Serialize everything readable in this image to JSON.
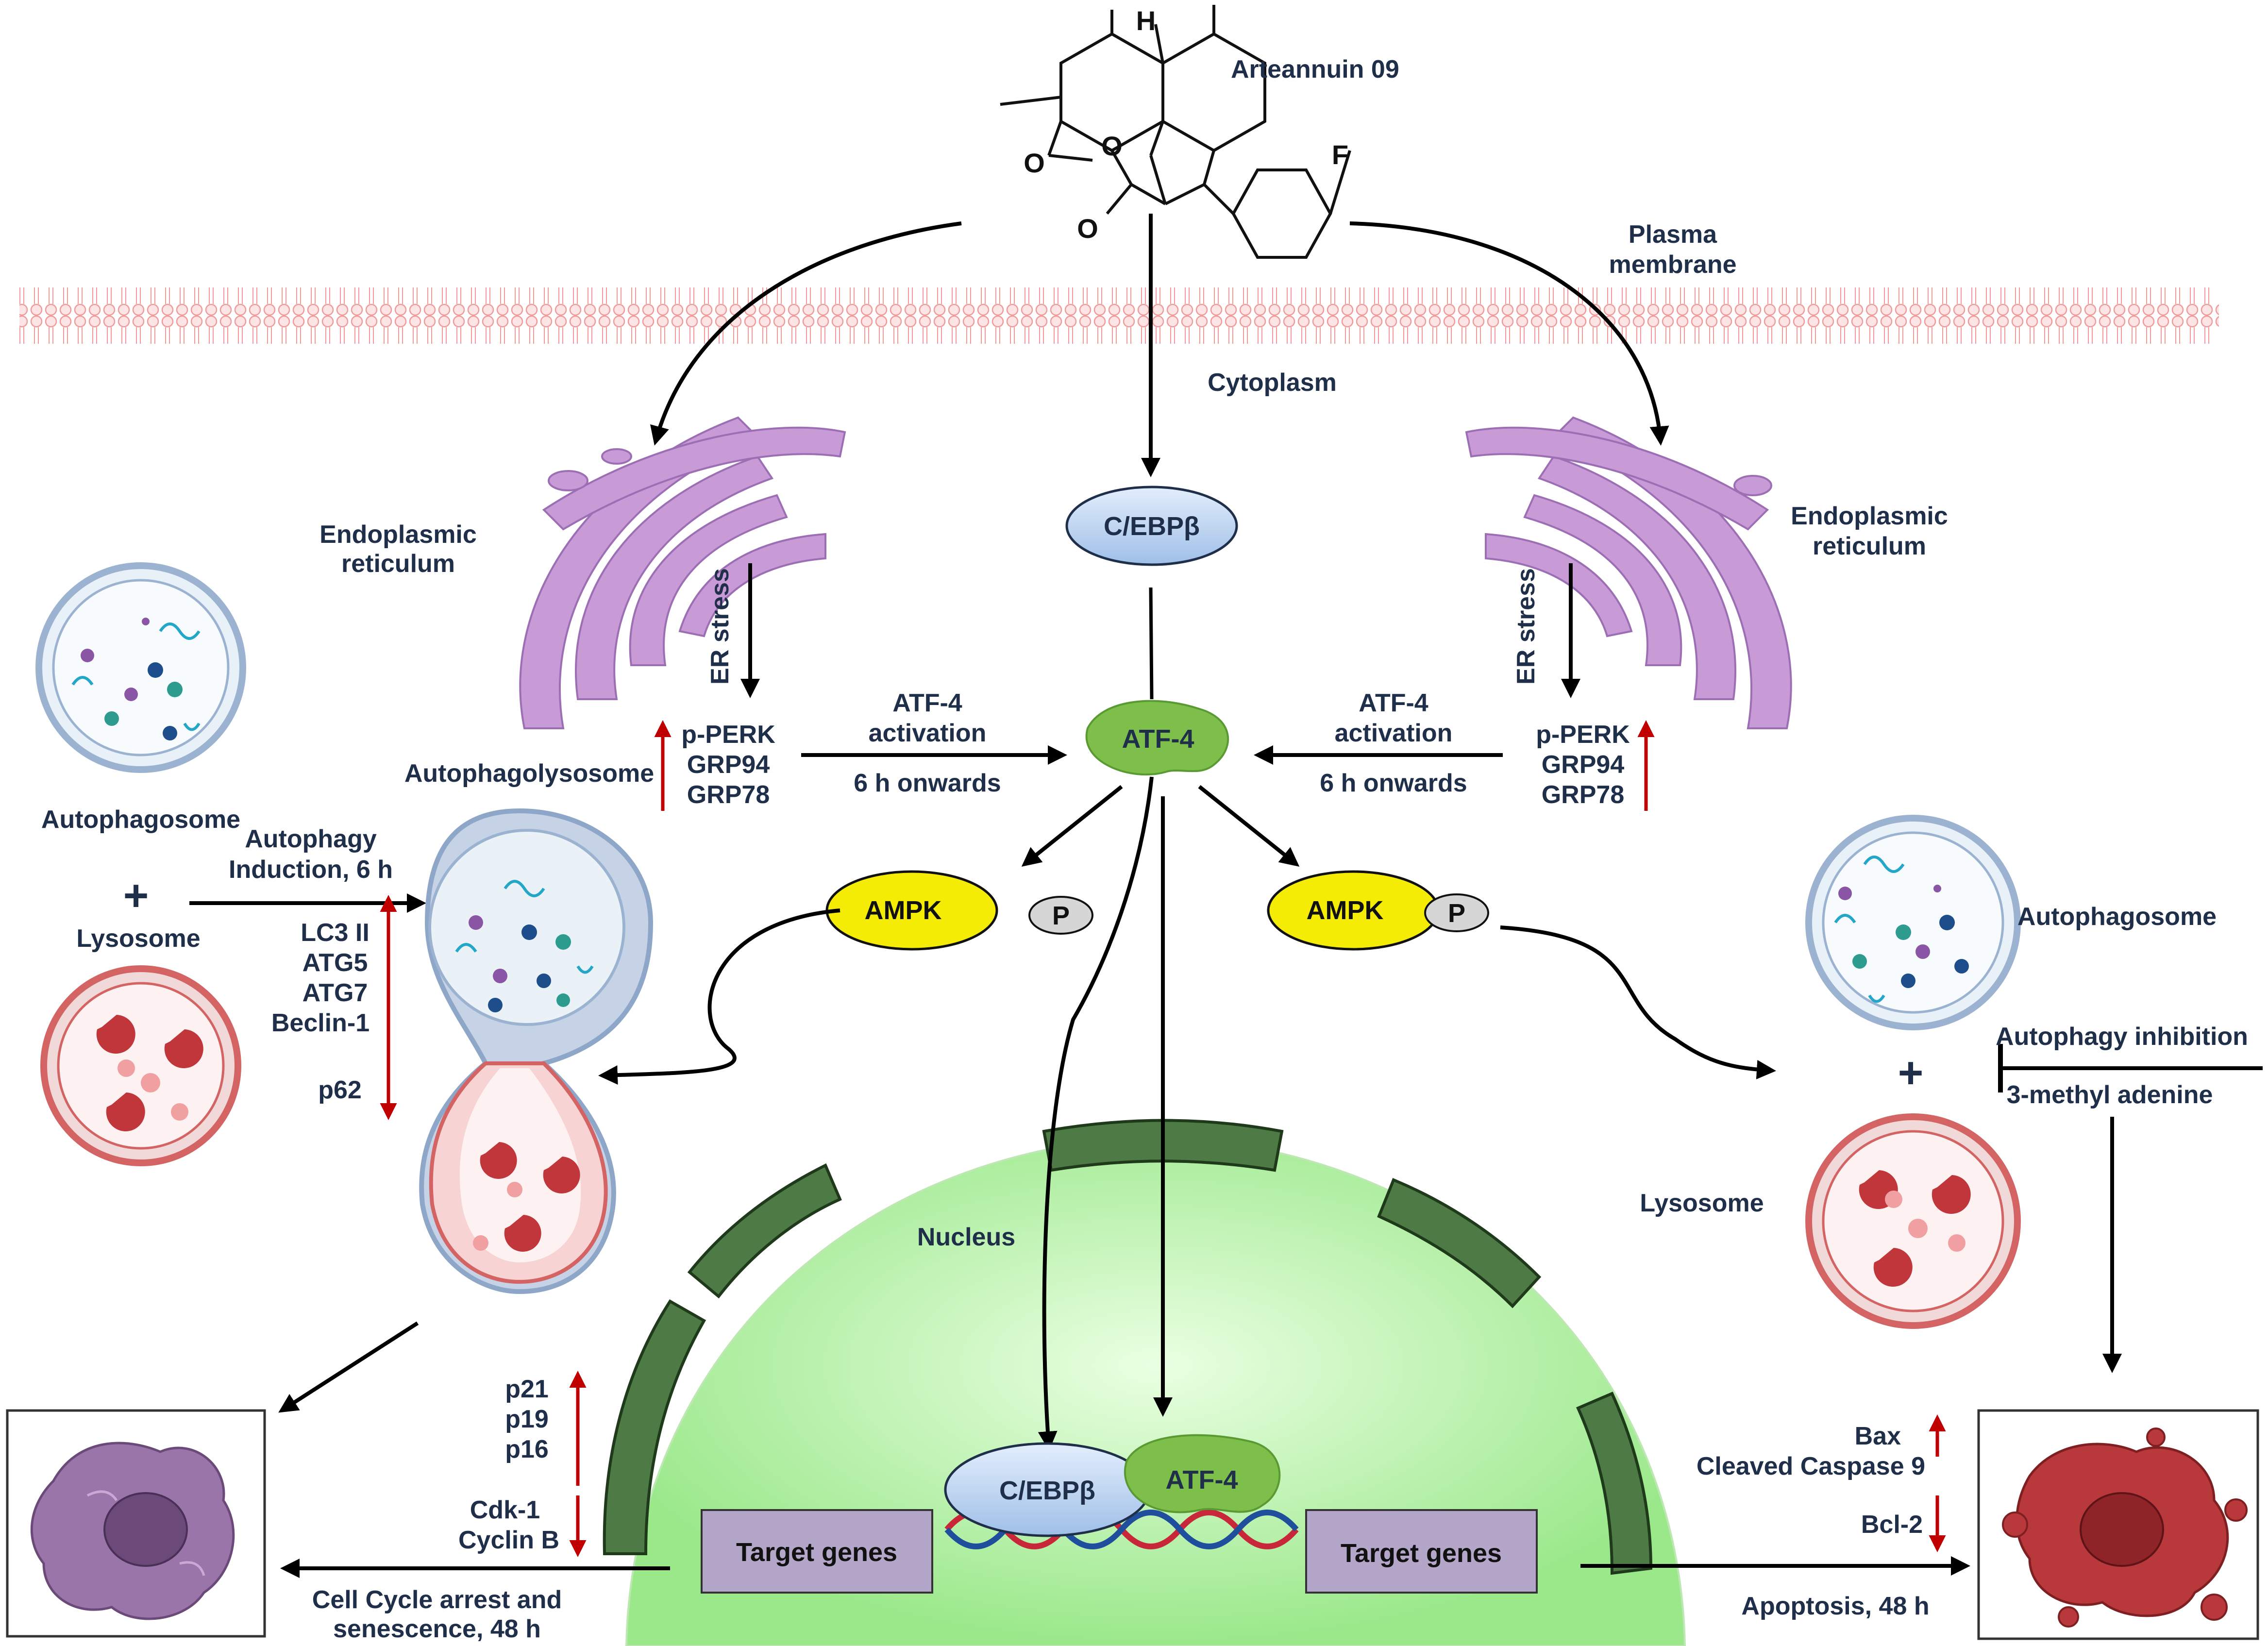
{
  "compound": {
    "name": "Arteannuin 09",
    "atom_h": "H",
    "atom_o1": "O",
    "atom_o2": "O",
    "atom_o3": "O",
    "atom_f": "F"
  },
  "membrane": {
    "label_line1": "Plasma",
    "label_line2": "membrane"
  },
  "cytoplasm": {
    "label": "Cytoplasm"
  },
  "er_left": {
    "label_line1": "Endoplasmic",
    "label_line2": "reticulum",
    "stress": "ER stress"
  },
  "er_right": {
    "label_line1": "Endoplasmic",
    "label_line2": "reticulum",
    "stress": "ER stress"
  },
  "cebpb": {
    "label": "C/EBPβ"
  },
  "atf4": {
    "label": "ATF-4"
  },
  "left_markers": {
    "items": [
      "p-PERK",
      "GRP94",
      "GRP78"
    ]
  },
  "right_markers": {
    "items": [
      "p-PERK",
      "GRP94",
      "GRP78"
    ]
  },
  "left_activation": {
    "line1": "ATF-4",
    "line2": "activation",
    "line3": "6 h onwards"
  },
  "right_activation": {
    "line1": "ATF-4",
    "line2": "activation",
    "line3": "6 h onwards"
  },
  "ampk_left": {
    "label": "AMPK",
    "phospho": "P"
  },
  "ampk_right": {
    "label": "AMPK",
    "phospho": "P"
  },
  "left_autophagy": {
    "autophagolysosome": "Autophagolysosome",
    "autophagosome": "Autophagosome",
    "plus": "+",
    "lysosome": "Lysosome",
    "induction_line1": "Autophagy",
    "induction_line2": "Induction, 6 h",
    "up_markers": [
      "LC3 II",
      "ATG5",
      "ATG7",
      "Beclin-1"
    ],
    "down_marker": "p62"
  },
  "right_autophagy": {
    "autophagosome": "Autophagosome",
    "plus": "+",
    "lysosome": "Lysosome",
    "inhibition": "Autophagy inhibition",
    "inhibitor": "3-methyl adenine"
  },
  "nucleus": {
    "label": "Nucleus",
    "target_left": "Target genes",
    "target_right": "Target genes",
    "cebpb": "C/EBPβ",
    "atf4": "ATF-4"
  },
  "cell_cycle": {
    "up_markers": [
      "p21",
      "p19",
      "p16"
    ],
    "down_markers": [
      "Cdk-1",
      "Cyclin B"
    ],
    "outcome_line1": "Cell Cycle arrest and",
    "outcome_line2": "senescence, 48 h"
  },
  "apoptosis": {
    "up_markers": [
      "Bax",
      "Cleaved Caspase 9"
    ],
    "down_marker": "Bcl-2",
    "outcome": "Apoptosis, 48 h"
  },
  "colors": {
    "er": "#c89ad6",
    "cebpb": "#c9dcf5",
    "atf4": "#7dbf4a",
    "ampk": "#f4ec05",
    "up_down_arrow": "#c00000",
    "nucleus": "#c6f5b8",
    "nuclear_pore": "#4e7a45",
    "target_box": "#b4a6c9",
    "membrane": "#f7b8b8",
    "senescent_cell": "#9a75a9",
    "apoptotic_cell": "#b8383c"
  }
}
